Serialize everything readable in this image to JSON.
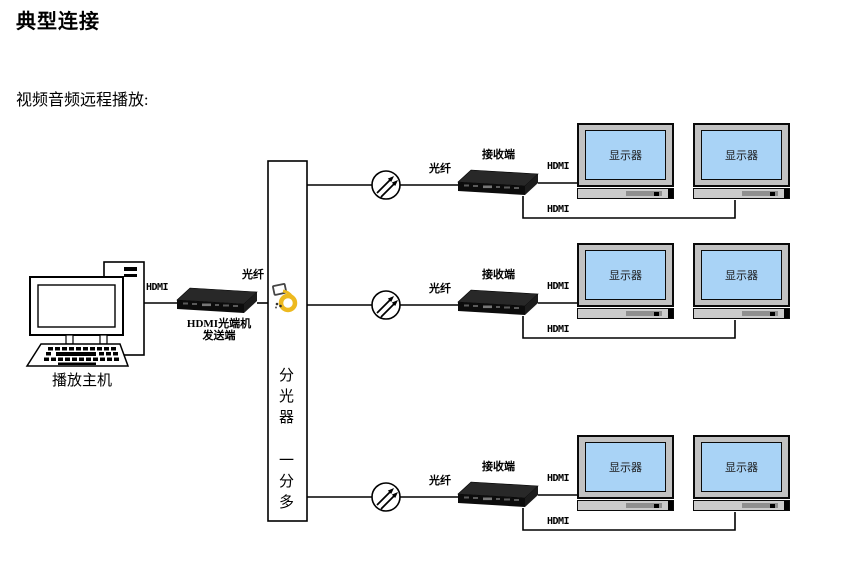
{
  "title": "典型连接",
  "subtitle": "视频音频远程播放:",
  "pc": {
    "label": "播放主机",
    "hdmi_label": "HDMI"
  },
  "transmitter": {
    "fiber_label": "光纤",
    "name_line1": "HDMI光端机",
    "name_line2": "发送端"
  },
  "splitter": {
    "label": "分光器 一分多"
  },
  "icons": {
    "splitter_input": "fiber-spool-icon",
    "branch": "optical-attenuator-icon"
  },
  "colors": {
    "screen_blue": "#a9d3f6",
    "fiber_yellow": "#edb91f",
    "line": "#000000"
  },
  "rows": [
    {
      "fiber_label": "光纤",
      "receiver_label": "接收端",
      "hdmi_top_label": "HDMI",
      "hdmi_bottom_label": "HDMI",
      "monitors": [
        "显示器",
        "显示器"
      ]
    },
    {
      "fiber_label": "光纤",
      "receiver_label": "接收端",
      "hdmi_top_label": "HDMI",
      "hdmi_bottom_label": "HDMI",
      "monitors": [
        "显示器",
        "显示器"
      ]
    },
    {
      "fiber_label": "光纤",
      "receiver_label": "接收端",
      "hdmi_top_label": "HDMI",
      "hdmi_bottom_label": "HDMI",
      "monitors": [
        "显示器",
        "显示器"
      ]
    }
  ]
}
